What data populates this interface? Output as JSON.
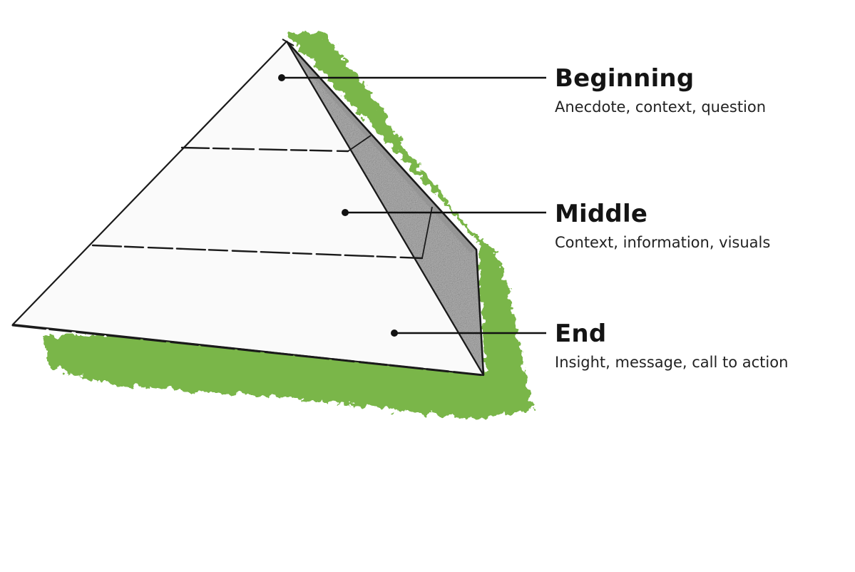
{
  "colors": {
    "shadow_green": "#7ab648",
    "pyramid_face": "#fafafa",
    "pyramid_side": "#b9b9b9",
    "ink": "#1a1a1a"
  },
  "layers": [
    {
      "title": "Beginning",
      "subtitle": "Anecdote, context, question"
    },
    {
      "title": "Middle",
      "subtitle": "Context, information, visuals"
    },
    {
      "title": "End",
      "subtitle": "Insight, message, call to action"
    }
  ]
}
